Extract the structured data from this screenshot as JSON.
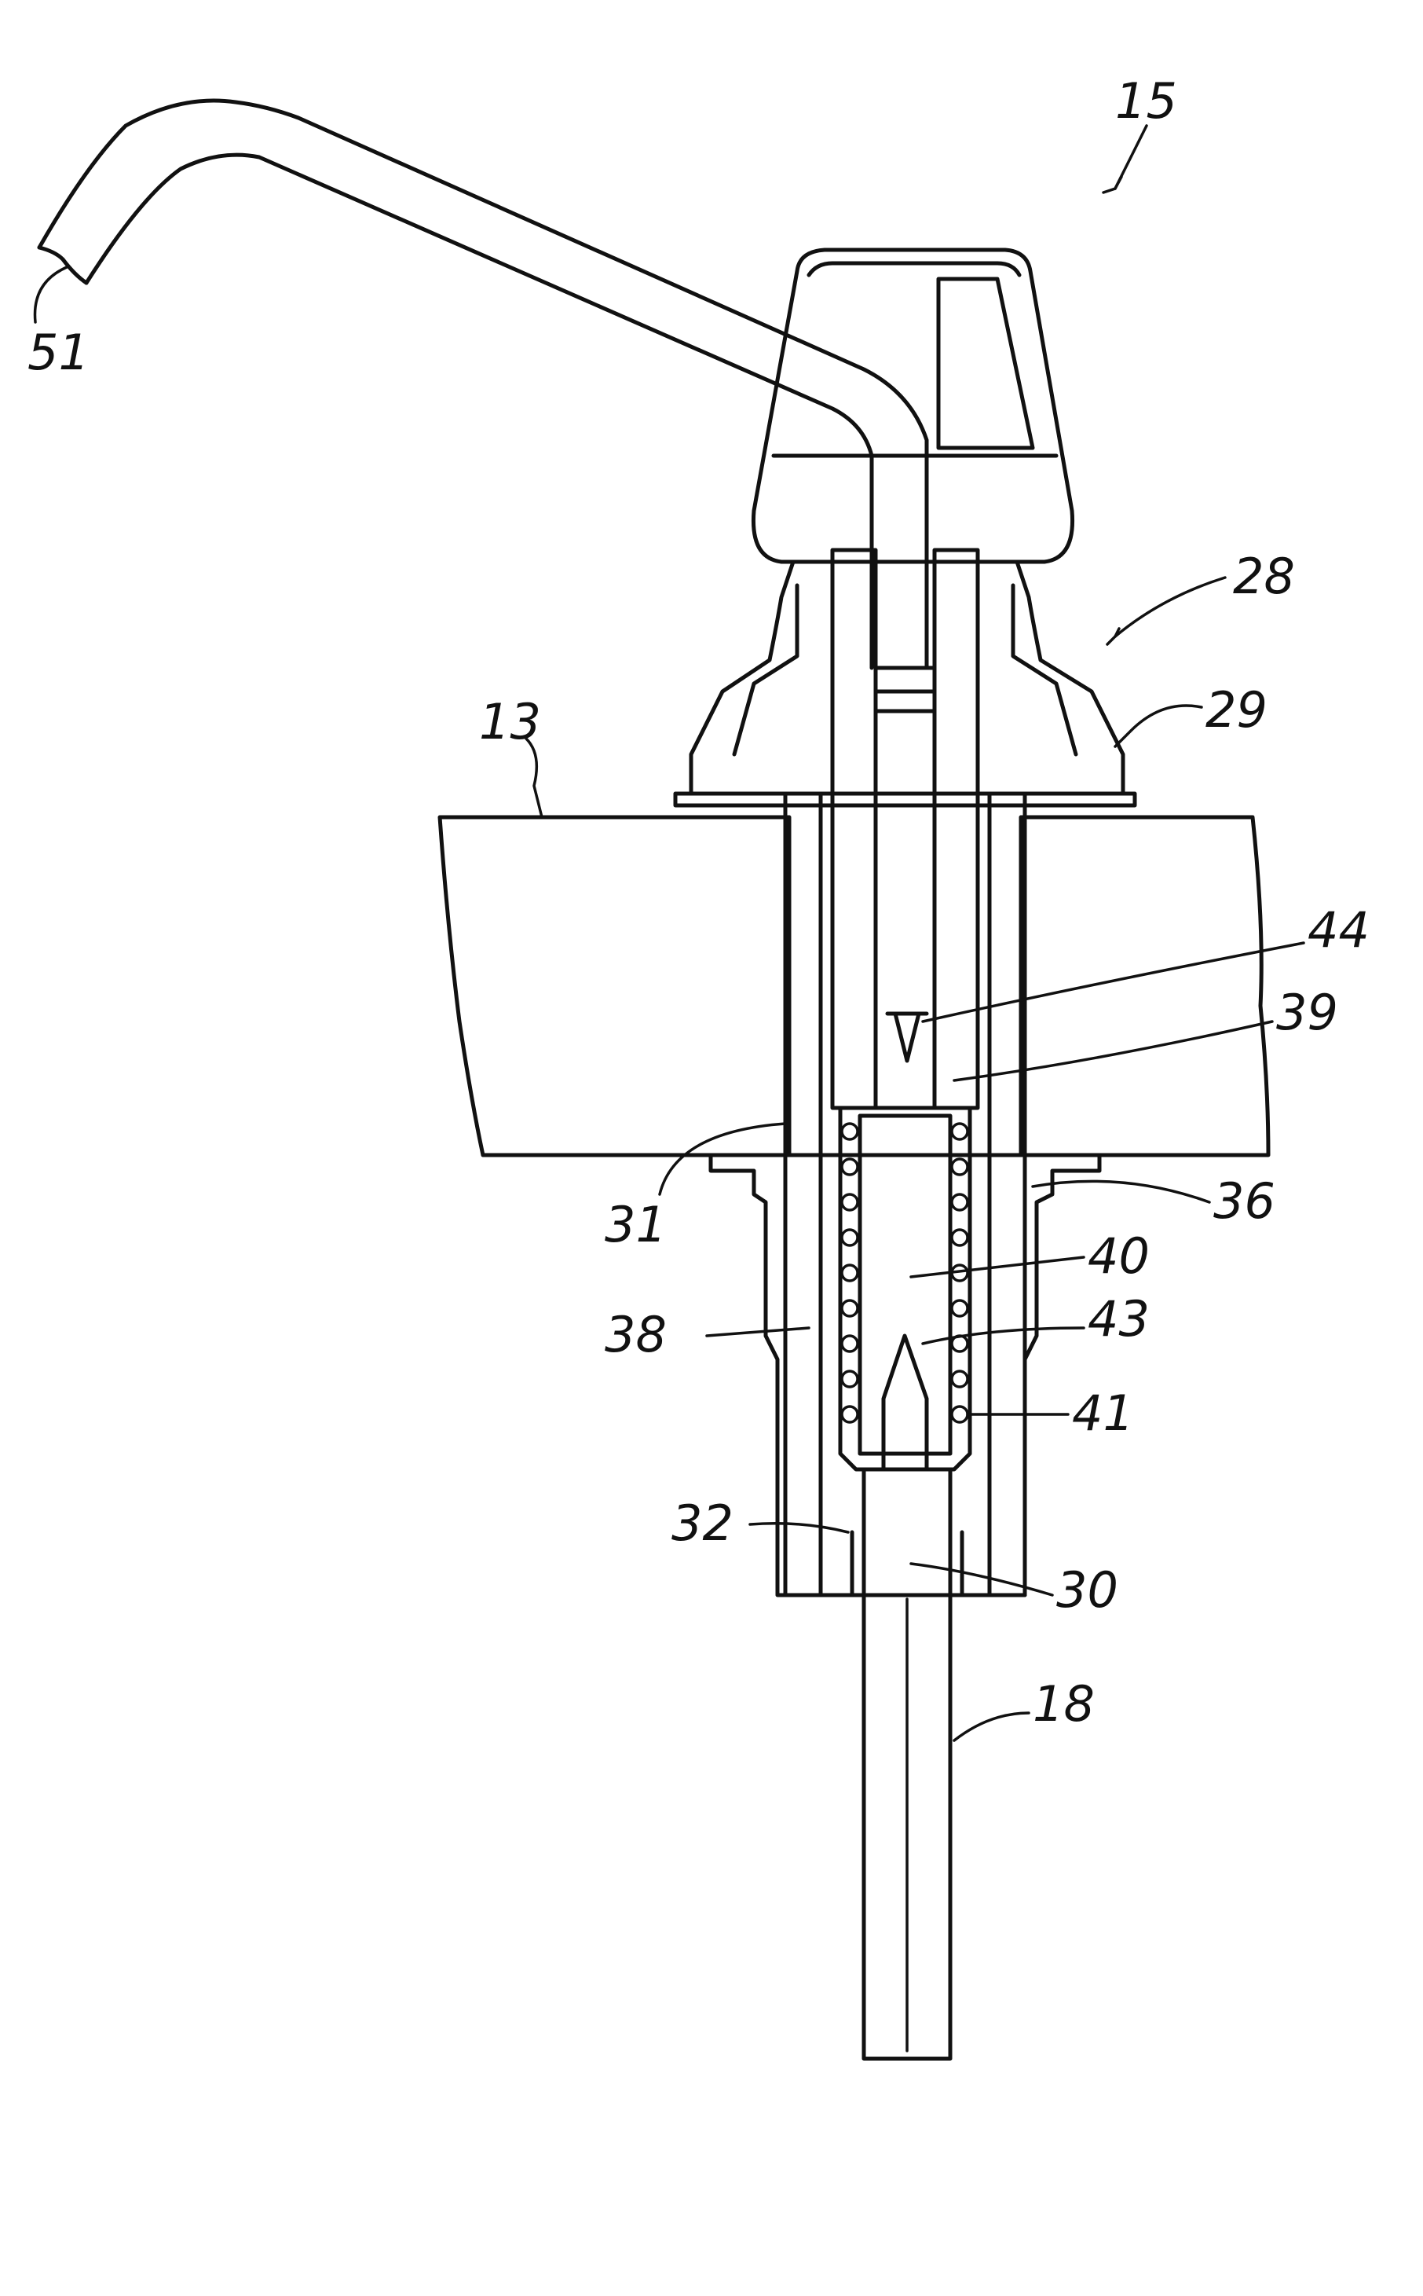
{
  "figure": {
    "reference_labels": {
      "assembly": "15",
      "spout_end": "51",
      "pump_head": "28",
      "collar": "29",
      "counter": "13",
      "needle_tip_upper": "44",
      "needle_upper": "39",
      "sleeve": "31",
      "housing": "36",
      "chamber": "40",
      "spring_guide": "38",
      "needle_tip_lower": "43",
      "spring": "41",
      "seal": "32",
      "lower_needle": "30",
      "supply_tube": "18"
    }
  },
  "colors": {
    "ink": "#111111",
    "paper": "#ffffff"
  }
}
